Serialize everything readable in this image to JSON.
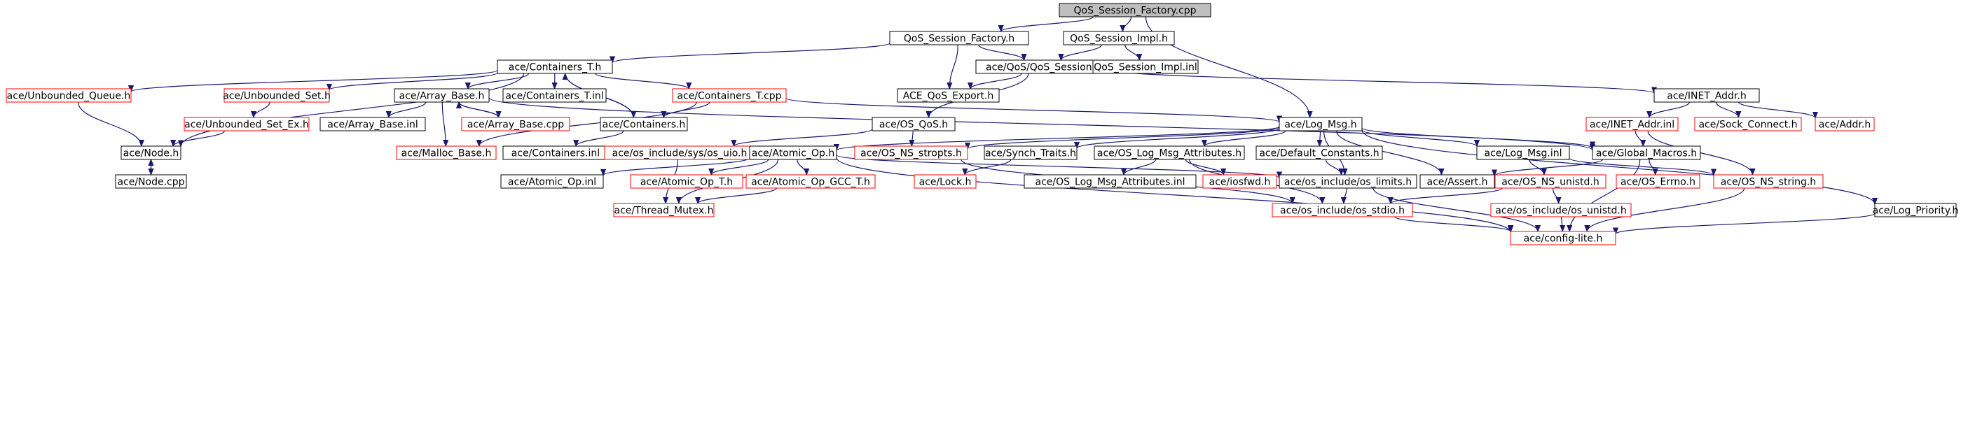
{
  "graph": {
    "colors": {
      "edge": "#191970",
      "root_fill": "#bfbfbf",
      "node_border": "#000000",
      "incomplete_border": "#ff0000",
      "node_fill": "#ffffff",
      "text": "#000000"
    },
    "nodes": [
      {
        "id": "n0",
        "label": "QoS_Session_Factory.cpp",
        "style": "root"
      },
      {
        "id": "n1",
        "label": "QoS_Session_Factory.h",
        "style": "normal"
      },
      {
        "id": "n2",
        "label": "QoS_Session_Impl.h",
        "style": "normal"
      },
      {
        "id": "n3",
        "label": "ace/Containers_T.h",
        "style": "normal"
      },
      {
        "id": "n4",
        "label": "ace/QoS/QoS_Session.h",
        "style": "normal"
      },
      {
        "id": "n5",
        "label": "QoS_Session_Impl.inl",
        "style": "normal"
      },
      {
        "id": "n6",
        "label": "ace/Unbounded_Queue.h",
        "style": "incomplete"
      },
      {
        "id": "n7",
        "label": "ace/Unbounded_Set.h",
        "style": "incomplete"
      },
      {
        "id": "n8",
        "label": "ace/Array_Base.h",
        "style": "normal"
      },
      {
        "id": "n9",
        "label": "ace/Containers_T.inl",
        "style": "normal"
      },
      {
        "id": "n10",
        "label": "ace/Containers_T.cpp",
        "style": "incomplete"
      },
      {
        "id": "n11",
        "label": "ACE_QoS_Export.h",
        "style": "normal"
      },
      {
        "id": "n12",
        "label": "ace/INET_Addr.h",
        "style": "normal"
      },
      {
        "id": "n13",
        "label": "ace/Unbounded_Set_Ex.h",
        "style": "incomplete"
      },
      {
        "id": "n14",
        "label": "ace/Array_Base.inl",
        "style": "normal"
      },
      {
        "id": "n15",
        "label": "ace/Array_Base.cpp",
        "style": "incomplete"
      },
      {
        "id": "n16",
        "label": "ace/Containers.h",
        "style": "normal"
      },
      {
        "id": "n17",
        "label": "ace/OS_QoS.h",
        "style": "normal"
      },
      {
        "id": "n18",
        "label": "ace/Log_Msg.h",
        "style": "normal"
      },
      {
        "id": "n19",
        "label": "ace/INET_Addr.inl",
        "style": "incomplete"
      },
      {
        "id": "n20",
        "label": "ace/Sock_Connect.h",
        "style": "incomplete"
      },
      {
        "id": "n21",
        "label": "ace/Addr.h",
        "style": "incomplete"
      },
      {
        "id": "n22",
        "label": "ace/Node.h",
        "style": "normal"
      },
      {
        "id": "n23",
        "label": "ace/Malloc_Base.h",
        "style": "incomplete"
      },
      {
        "id": "n24",
        "label": "ace/Containers.inl",
        "style": "normal"
      },
      {
        "id": "n25",
        "label": "ace/os_include/sys/os_uio.h",
        "style": "incomplete"
      },
      {
        "id": "n26",
        "label": "ace/Atomic_Op.h",
        "style": "normal"
      },
      {
        "id": "n27",
        "label": "ace/OS_NS_stropts.h",
        "style": "incomplete"
      },
      {
        "id": "n28",
        "label": "ace/Synch_Traits.h",
        "style": "normal"
      },
      {
        "id": "n29",
        "label": "ace/OS_Log_Msg_Attributes.h",
        "style": "normal"
      },
      {
        "id": "n30",
        "label": "ace/Default_Constants.h",
        "style": "normal"
      },
      {
        "id": "n31",
        "label": "ace/Log_Msg.inl",
        "style": "normal"
      },
      {
        "id": "n32",
        "label": "ace/Global_Macros.h",
        "style": "normal"
      },
      {
        "id": "n33",
        "label": "ace/Node.cpp",
        "style": "normal"
      },
      {
        "id": "n34",
        "label": "ace/Atomic_Op.inl",
        "style": "normal"
      },
      {
        "id": "n35",
        "label": "ace/Atomic_Op_T.h",
        "style": "incomplete"
      },
      {
        "id": "n36",
        "label": "ace/Atomic_Op_GCC_T.h",
        "style": "incomplete"
      },
      {
        "id": "n37",
        "label": "ace/Lock.h",
        "style": "incomplete"
      },
      {
        "id": "n38",
        "label": "ace/OS_Log_Msg_Attributes.inl",
        "style": "normal"
      },
      {
        "id": "n39",
        "label": "ace/iosfwd.h",
        "style": "incomplete"
      },
      {
        "id": "n40",
        "label": "ace/os_include/os_limits.h",
        "style": "normal"
      },
      {
        "id": "n41",
        "label": "ace/Assert.h",
        "style": "normal"
      },
      {
        "id": "n42",
        "label": "ace/OS_NS_unistd.h",
        "style": "incomplete"
      },
      {
        "id": "n43",
        "label": "ace/OS_Errno.h",
        "style": "incomplete"
      },
      {
        "id": "n44",
        "label": "ace/OS_NS_string.h",
        "style": "incomplete"
      },
      {
        "id": "n45",
        "label": "ace/Thread_Mutex.h",
        "style": "incomplete"
      },
      {
        "id": "n46",
        "label": "ace/os_include/os_stdio.h",
        "style": "incomplete"
      },
      {
        "id": "n47",
        "label": "ace/os_include/os_unistd.h",
        "style": "incomplete"
      },
      {
        "id": "n48",
        "label": "ace/Log_Priority.h",
        "style": "normal"
      },
      {
        "id": "n49",
        "label": "ace/config-lite.h",
        "style": "incomplete"
      }
    ],
    "edges": [
      [
        "n0",
        "n1"
      ],
      [
        "n0",
        "n2"
      ],
      [
        "n0",
        "n18"
      ],
      [
        "n1",
        "n3"
      ],
      [
        "n1",
        "n4"
      ],
      [
        "n1",
        "n11"
      ],
      [
        "n2",
        "n4"
      ],
      [
        "n2",
        "n5"
      ],
      [
        "n3",
        "n6"
      ],
      [
        "n3",
        "n7"
      ],
      [
        "n3",
        "n8"
      ],
      [
        "n3",
        "n9"
      ],
      [
        "n3",
        "n10"
      ],
      [
        "n3",
        "n16"
      ],
      [
        "n3",
        "n22"
      ],
      [
        "n4",
        "n11"
      ],
      [
        "n4",
        "n12"
      ],
      [
        "n4",
        "n17"
      ],
      [
        "n6",
        "n22"
      ],
      [
        "n7",
        "n13"
      ],
      [
        "n13",
        "n22"
      ],
      [
        "n8",
        "n14"
      ],
      [
        "n8",
        "n15"
      ],
      [
        "n8",
        "n23"
      ],
      [
        "n8",
        "n32"
      ],
      [
        "n15",
        "n8"
      ],
      [
        "n10",
        "n16"
      ],
      [
        "n10",
        "n23"
      ],
      [
        "n10",
        "n18"
      ],
      [
        "n16",
        "n3"
      ],
      [
        "n16",
        "n24"
      ],
      [
        "n22",
        "n33"
      ],
      [
        "n33",
        "n22"
      ],
      [
        "n12",
        "n19"
      ],
      [
        "n12",
        "n20"
      ],
      [
        "n12",
        "n21"
      ],
      [
        "n19",
        "n32"
      ],
      [
        "n19",
        "n44"
      ],
      [
        "n17",
        "n25"
      ],
      [
        "n17",
        "n27"
      ],
      [
        "n18",
        "n26"
      ],
      [
        "n18",
        "n27"
      ],
      [
        "n18",
        "n28"
      ],
      [
        "n18",
        "n29"
      ],
      [
        "n18",
        "n30"
      ],
      [
        "n18",
        "n31"
      ],
      [
        "n18",
        "n32"
      ],
      [
        "n18",
        "n40"
      ],
      [
        "n18",
        "n41"
      ],
      [
        "n18",
        "n48"
      ],
      [
        "n25",
        "n45"
      ],
      [
        "n26",
        "n34"
      ],
      [
        "n26",
        "n35"
      ],
      [
        "n26",
        "n36"
      ],
      [
        "n26",
        "n40"
      ],
      [
        "n26",
        "n45"
      ],
      [
        "n26",
        "n49"
      ],
      [
        "n36",
        "n45"
      ],
      [
        "n27",
        "n46"
      ],
      [
        "n28",
        "n37"
      ],
      [
        "n29",
        "n38"
      ],
      [
        "n29",
        "n39"
      ],
      [
        "n29",
        "n46"
      ],
      [
        "n30",
        "n40"
      ],
      [
        "n31",
        "n42"
      ],
      [
        "n31",
        "n44"
      ],
      [
        "n32",
        "n41"
      ],
      [
        "n32",
        "n43"
      ],
      [
        "n32",
        "n49"
      ],
      [
        "n40",
        "n46"
      ],
      [
        "n40",
        "n49"
      ],
      [
        "n42",
        "n46"
      ],
      [
        "n42",
        "n47"
      ],
      [
        "n47",
        "n49"
      ],
      [
        "n44",
        "n49"
      ],
      [
        "n46",
        "n49"
      ],
      [
        "n48",
        "n49"
      ]
    ]
  }
}
